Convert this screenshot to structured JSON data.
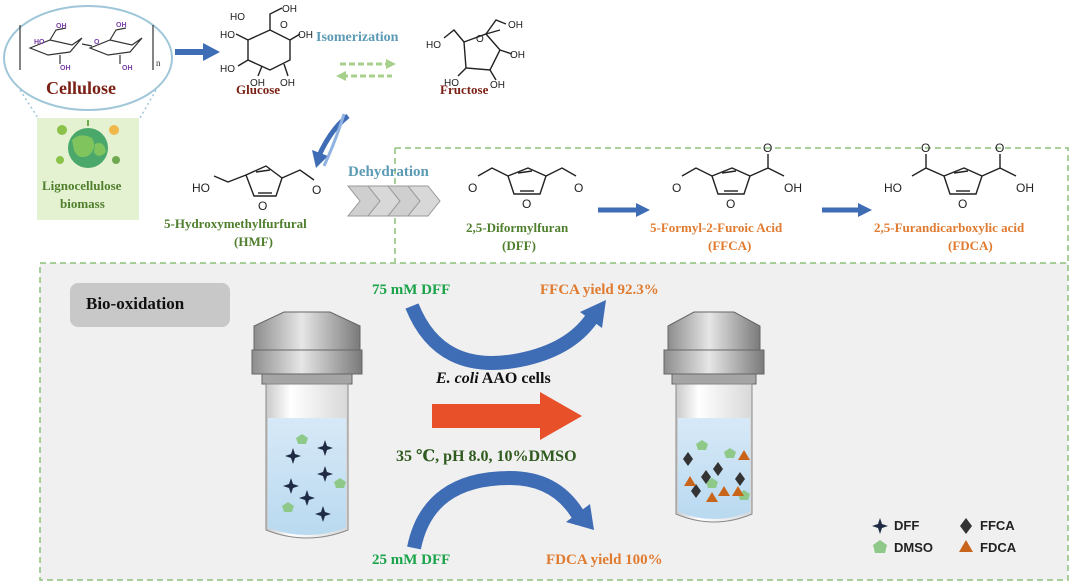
{
  "labels": {
    "cellulose": "Cellulose",
    "lignocellulose_1": "Lignocellulose",
    "lignocellulose_2": "biomass",
    "glucose": "Glucose",
    "fructose": "Fructose",
    "isomerization": "Isomerization",
    "dehydration": "Dehydration",
    "hmf_name": "5-Hydroxymethylfurfural",
    "hmf_abbr": "(HMF)",
    "dff_name": "2,5-Diformylfuran",
    "dff_abbr": "(DFF)",
    "ffca_name": "5-Formyl-2-Furoic Acid",
    "ffca_abbr": "(FFCA)",
    "fdca_name": "2,5-Furandicarboxylic acid",
    "fdca_abbr": "(FDCA)",
    "bio_oxidation": "Bio-oxidation",
    "dff_75": "75 mM DFF",
    "ffca_yield": "FFCA yield 92.3%",
    "ecoli_italic": "E. coli",
    "ecoli_rest": " AAO cells",
    "conditions": "35 ℃, pH 8.0, 10%DMSO",
    "dff_25": "25 mM DFF",
    "fdca_yield": "FDCA yield 100%"
  },
  "structure_text": {
    "oh": "OH",
    "ho": "HO",
    "o": "O",
    "n": "n"
  },
  "legend": {
    "dff": "DFF",
    "ffca": "FFCA",
    "dmso": "DMSO",
    "fdca": "FDCA"
  },
  "colors": {
    "dark_red": "#7a1f14",
    "green": "#4f7f2d",
    "orange": "#e07b30",
    "blue_arrow": "#3f6db5",
    "red_arrow": "#e8502a",
    "panel_bg": "#f0f0f0",
    "dashed": "#8ec07c"
  }
}
